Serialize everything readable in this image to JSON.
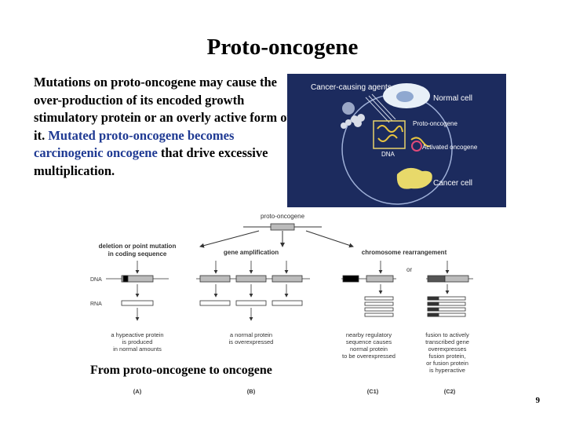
{
  "slide": {
    "title": "Proto-oncogene",
    "text_part1": "Mutations on proto-oncogene may cause the over-production of its encoded growth stimulatory protein or an overly active form of it. ",
    "text_highlight": "Mutated proto-oncogene becomes carcinogenic oncogene",
    "text_part2": " that drive excessive multiplication.",
    "caption": "From proto-oncogene to oncogene",
    "page_number": "9"
  },
  "photo": {
    "background": "#1c2b5e",
    "label_agents": "Cancer-causing agents",
    "label_normal_cell": "Normal cell",
    "label_proto": "Proto-oncogene",
    "label_dna": "DNA",
    "label_activated": "Activated oncogene",
    "label_cancer_cell": "Cancer cell"
  },
  "diagram": {
    "top_label": "proto-oncogene",
    "row_dna": "DNA",
    "row_rna": "RNA",
    "or_label": "or",
    "columns": [
      {
        "header_line1": "deletion or point mutation",
        "header_line2": "in coding sequence",
        "desc": [
          "a hypeactive protein",
          "is produced",
          "in normal amounts"
        ],
        "tag": "(A)"
      },
      {
        "header_line1": "gene amplification",
        "header_line2": "",
        "desc": [
          "a normal protein",
          "is overexpressed"
        ],
        "tag": "(B)"
      },
      {
        "header_line1": "chromosome rearrangement",
        "header_line2": "",
        "desc": [
          "nearby regulatory",
          "sequence causes",
          "normal protein",
          "to be overexpressed"
        ],
        "tag": "(C1)"
      },
      {
        "header_line1": "",
        "header_line2": "",
        "desc": [
          "fusion to actively",
          "transcribed gene",
          "overexpresses",
          "fusion protein,",
          "or fusion protein",
          "is hyperactive"
        ],
        "tag": "(C2)"
      }
    ]
  }
}
